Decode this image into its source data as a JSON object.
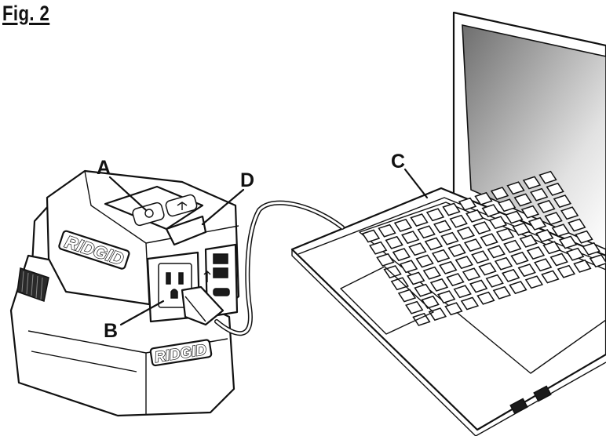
{
  "figure": {
    "title": "Fig. 2",
    "callouts": {
      "a": "A",
      "b": "B",
      "c": "C",
      "d": "D"
    },
    "brand_top": "RIDGID",
    "brand_bottom": "RIDGID"
  }
}
